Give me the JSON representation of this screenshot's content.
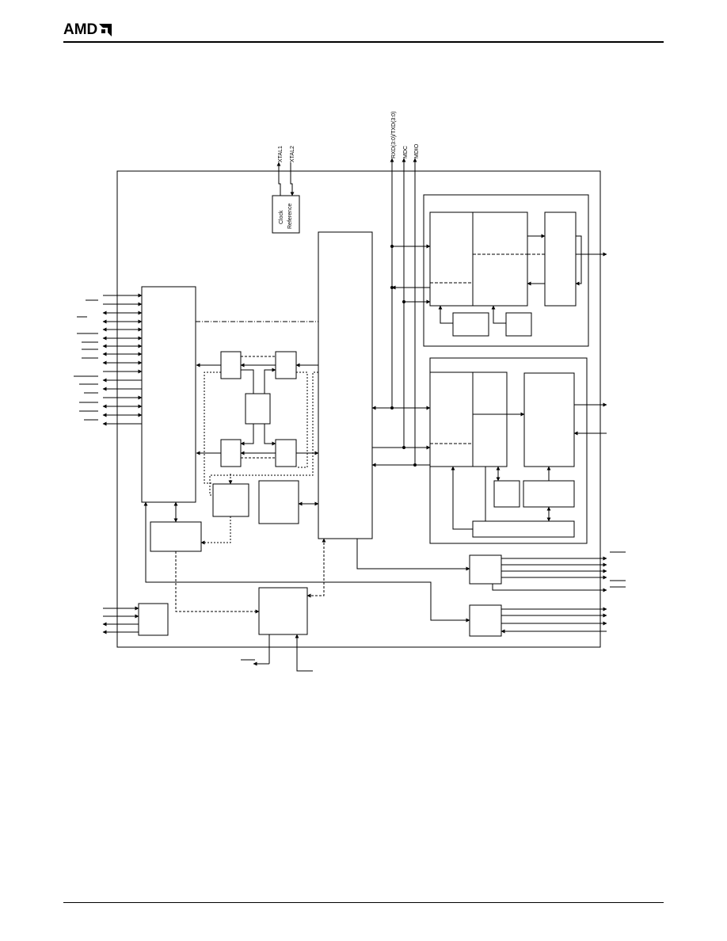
{
  "header": {
    "logo_text": "AMD",
    "logo_icon": "amd-arrow-logo-icon"
  },
  "diagram": {
    "clock_block": {
      "line1": "Clock",
      "line2": "Reference"
    },
    "pins": {
      "xtal1": "XTAL1",
      "xtal2": "XTAL2",
      "rxd_txd": "RXD(3:0)/TXD(3:0)",
      "mdc": "MDC",
      "mdio": "MDIO"
    }
  }
}
